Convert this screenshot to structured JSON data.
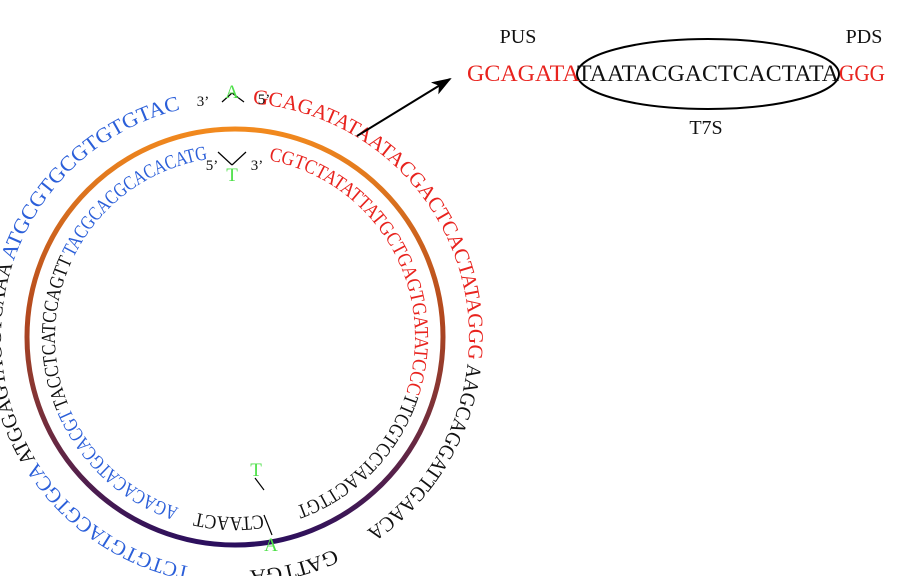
{
  "colors": {
    "red": "#e8231e",
    "blue": "#2b5fd9",
    "black": "#111111",
    "green": "#4fe04a",
    "ring_top": "#f28a1e",
    "ring_mid": "#b3481e",
    "ring_bottom": "#2b0f5e"
  },
  "top_junction": {
    "outer_base": "A",
    "inner_base": "T",
    "outer_left_end": "3’",
    "outer_right_end": "5’",
    "inner_left_end": "5’",
    "inner_right_end": "3’"
  },
  "bottom_junction": {
    "inner_base": "T",
    "outer_base": "A"
  },
  "outer_strand": {
    "left_blue_top": "ATGCGTGCGTGTGTAC",
    "left_black": "ATGGAGTAGGTCAAA",
    "left_blue_bottom": "TCTGTGTACGTGCA",
    "right_red": "GCAGATATAATACGACTCACTATAGGG",
    "right_black": "AAGCAGGATTGAACA",
    "bottom_black": "GATTGA"
  },
  "inner_strand": {
    "left_blue_top": "TACGCACGCACACATG",
    "left_black": "TACCTCATCCAGTT",
    "left_blue_bottom": "AGACACATGCACGT",
    "right_red": "CGTCTATATTATGCTGAGTGATATCCC",
    "right_black": "TTCGTCCTAACTTGT",
    "bottom_black": "CTAACT"
  },
  "detail": {
    "pus_label": "PUS",
    "pds_label": "PDS",
    "t7s_label": "T7S",
    "seq_pus": "GCAGATA",
    "seq_t7s": "TAATACGACTCACTATA",
    "seq_pds": "GGG"
  }
}
